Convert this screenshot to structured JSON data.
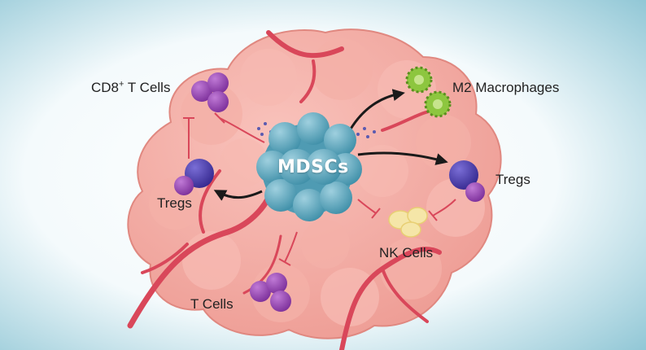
{
  "labels": {
    "center": "MDSCs",
    "cd8_prefix": "CD8",
    "cd8_sup": "+",
    "cd8_suffix": " T Cells",
    "m2": "M2 Macrophages",
    "tregs_right": "Tregs",
    "tregs_left": "Tregs",
    "nk": "NK Cells",
    "tcells": "T Cells"
  },
  "colors": {
    "tumor": "#f2a9a1",
    "tumor_dark": "#e58f87",
    "vessel": "#d9475a",
    "mdsc": "#6cb0c7",
    "purple_cell": "#9a49b5",
    "treg_blue": "#4d3fae",
    "m2_green": "#8dc63f",
    "nk_yellow": "#f5e6a8",
    "arrow": "#1a1a1a"
  }
}
